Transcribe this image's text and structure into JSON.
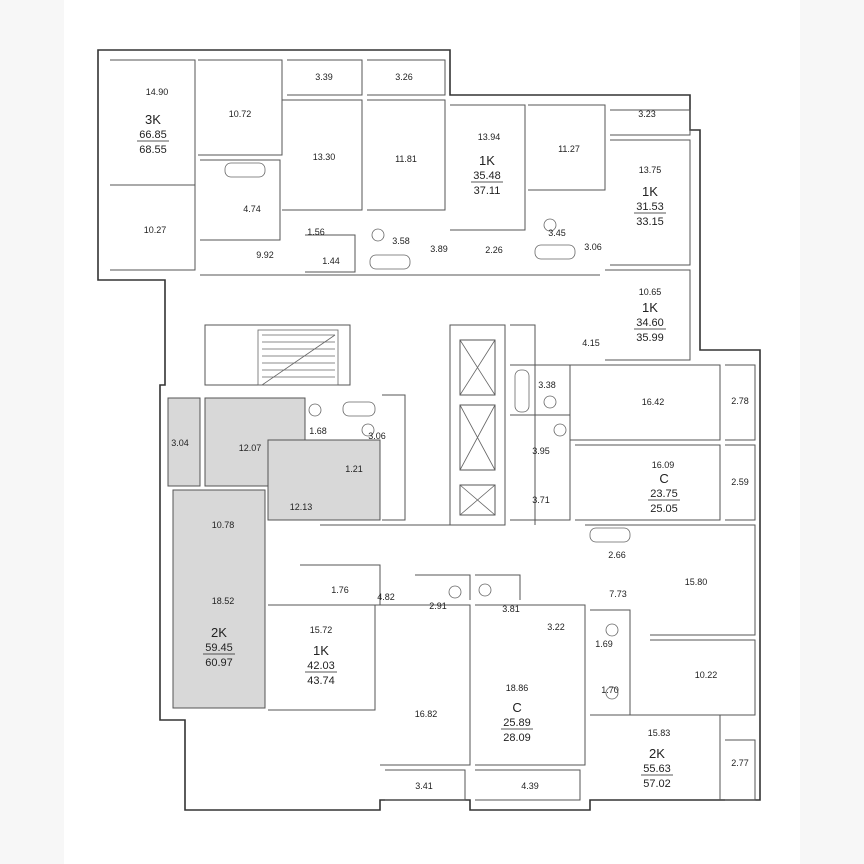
{
  "apartments": [
    {
      "id": "3k-nw",
      "type": "3K",
      "living": "66.85",
      "total": "68.55"
    },
    {
      "id": "1k-n1",
      "type": "1K",
      "living": "35.48",
      "total": "37.11"
    },
    {
      "id": "1k-ne",
      "type": "1K",
      "living": "31.53",
      "total": "33.15"
    },
    {
      "id": "1k-e",
      "type": "1K",
      "living": "34.60",
      "total": "35.99"
    },
    {
      "id": "c-e",
      "type": "C",
      "living": "23.75",
      "total": "25.05"
    },
    {
      "id": "2k-w",
      "type": "2K",
      "living": "59.45",
      "total": "60.97"
    },
    {
      "id": "1k-s",
      "type": "1K",
      "living": "42.03",
      "total": "43.74"
    },
    {
      "id": "c-s",
      "type": "C",
      "living": "25.89",
      "total": "28.09"
    },
    {
      "id": "2k-se",
      "type": "2K",
      "living": "55.63",
      "total": "57.02"
    }
  ],
  "rooms": [
    "14.90",
    "10.72",
    "3.39",
    "3.26",
    "13.30",
    "11.81",
    "13.94",
    "11.27",
    "3.23",
    "13.75",
    "4.74",
    "10.27",
    "9.92",
    "1.56",
    "3.58",
    "1.44",
    "3.89",
    "2.26",
    "3.45",
    "3.06",
    "10.65",
    "4.15",
    "3.38",
    "16.42",
    "2.78",
    "3.04",
    "12.07",
    "1.68",
    "3.06",
    "1.21",
    "3.95",
    "16.09",
    "2.59",
    "12.13",
    "3.71",
    "10.78",
    "2.66",
    "15.80",
    "1.76",
    "4.82",
    "2.91",
    "3.81",
    "3.22",
    "7.73",
    "18.52",
    "15.72",
    "1.69",
    "10.22",
    "1.70",
    "18.86",
    "16.82",
    "15.83",
    "2.77",
    "3.41",
    "4.39"
  ],
  "colors": {
    "wall": "#333333",
    "highlight": "#d8d8d8",
    "background": "#ffffff"
  }
}
